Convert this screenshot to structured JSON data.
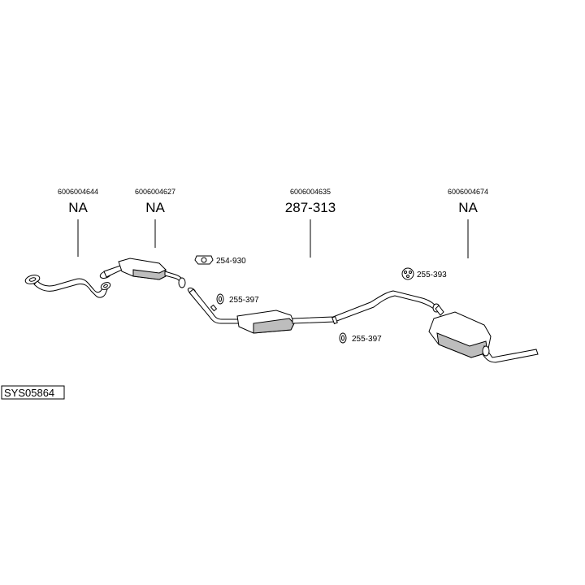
{
  "parts": [
    {
      "oe_number": "6006004644",
      "part_number": "NA"
    },
    {
      "oe_number": "6006004627",
      "part_number": "NA"
    },
    {
      "oe_number": "6006004635",
      "part_number": "287-313"
    },
    {
      "oe_number": "6006004674",
      "part_number": "NA"
    }
  ],
  "accessories": [
    {
      "label": "254-930"
    },
    {
      "label": "255-397"
    },
    {
      "label": "255-397"
    },
    {
      "label": "255-393"
    }
  ],
  "system_code": "SYS05864"
}
